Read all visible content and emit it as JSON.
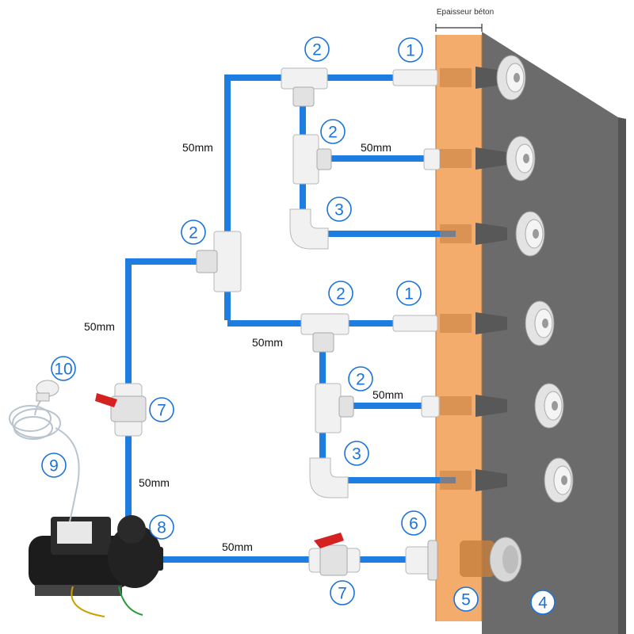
{
  "concrete_label": "Epaisseur béton",
  "pipe_labels": {
    "top_vertical": "50mm",
    "upper_branch": "50mm",
    "lower_collector": "50mm",
    "lower_branch": "50mm",
    "left_riser": "50mm",
    "pump_riser": "50mm",
    "pump_outlet": "50mm"
  },
  "callouts": {
    "jet_top": "1",
    "tee_top": "2",
    "tee_upper_mid": "2",
    "elbow_upper": "3",
    "tee_main": "2",
    "tee_lower_top": "2",
    "jet_lower": "1",
    "tee_lower_mid": "2",
    "elbow_lower": "3",
    "suction_fitting": "6",
    "valve_riser": "7",
    "pump": "8",
    "air_hose": "9",
    "air_button": "10",
    "valve_bottom": "7",
    "concrete_wall": "5",
    "pool_wall": "4"
  },
  "colors": {
    "pipe": "#1e7de0",
    "concrete": "#f3a55f",
    "pool_wall": "#6b6b6b",
    "callout": "#1b73d9"
  }
}
